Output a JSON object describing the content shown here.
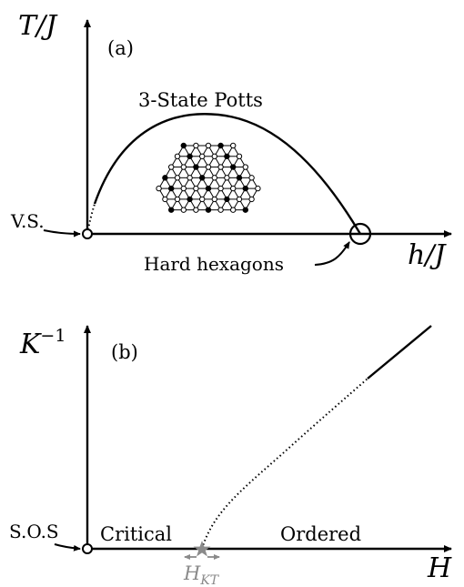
{
  "panel_a": {
    "tag": "(a)",
    "y_axis_label": "T/J",
    "x_axis_label": "h/J",
    "curve_label": "3-State Potts",
    "left_point_label": "V.S.",
    "right_point_label": "Hard hexagons"
  },
  "panel_b": {
    "tag": "(b)",
    "y_axis_label": "K",
    "y_axis_exponent": "−1",
    "x_axis_label": "H",
    "origin_label": "S.O.S",
    "region_left_label": "Critical",
    "region_right_label": "Ordered",
    "transition_label": "H",
    "transition_subscript": "KT"
  },
  "colors": {
    "ink": "#000000",
    "transition_marker": "#8a8a8a"
  }
}
